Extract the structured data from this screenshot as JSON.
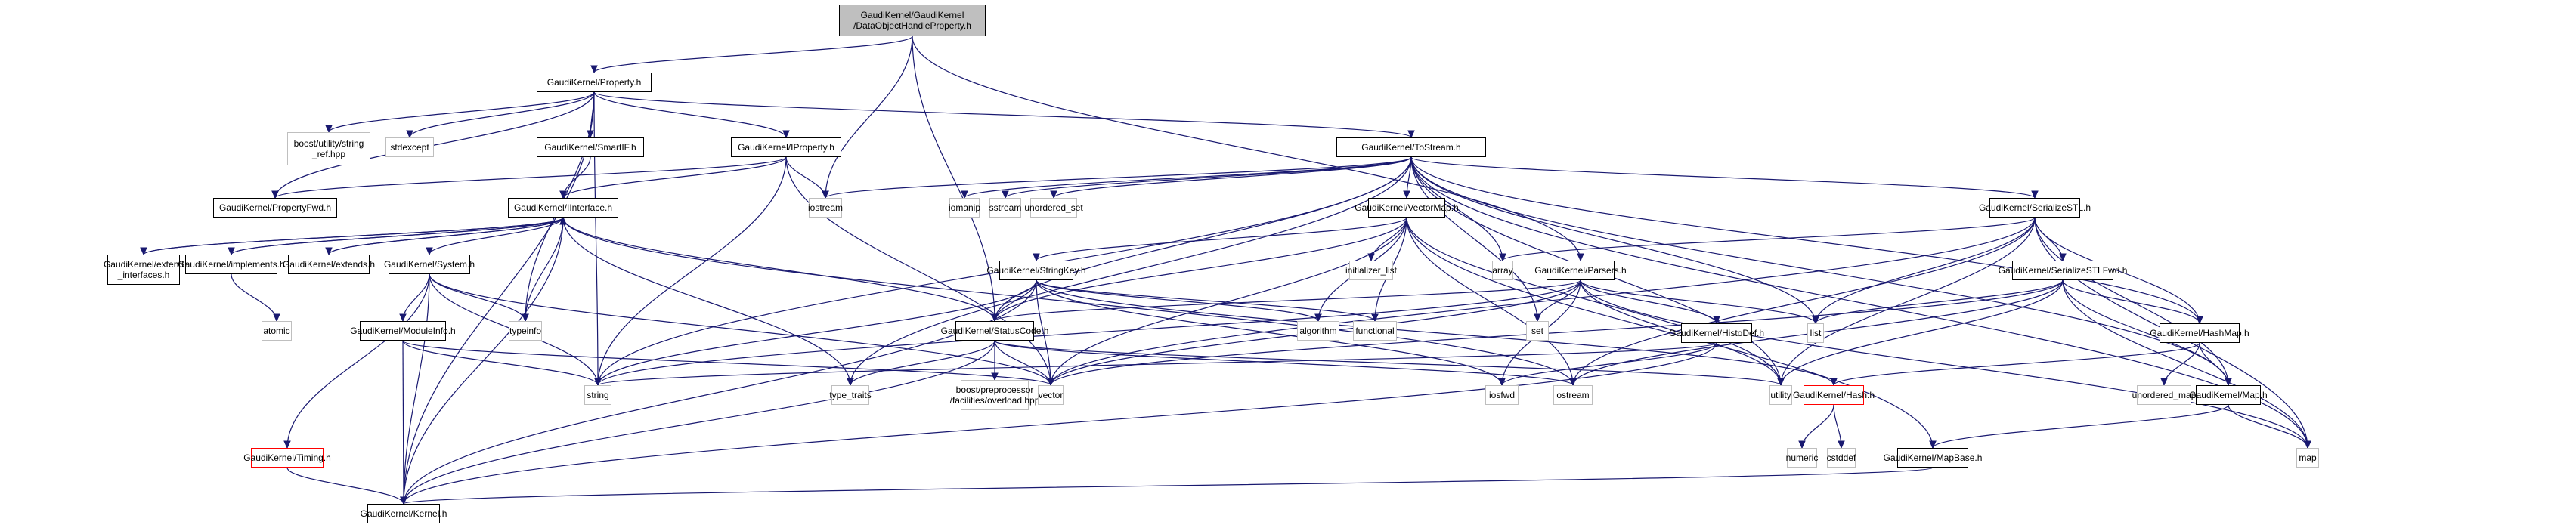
{
  "diagram": {
    "title": "GaudiKernel/GaudiKernel/DataObjectHandleProperty.h",
    "colors": {
      "edge": "#191970",
      "root_fill": "#bfbfbf",
      "external_border": "#bfbfbf",
      "missing_border": "#ff0000",
      "internal_border": "#000000"
    },
    "nodes": [
      {
        "id": "root",
        "label": "GaudiKernel/GaudiKernel\n/DataObjectHandleProperty.h",
        "kind": "root"
      },
      {
        "id": "property",
        "label": "GaudiKernel/Property.h",
        "kind": "internal"
      },
      {
        "id": "boost_string_ref",
        "label": "boost/utility/string\n_ref.hpp",
        "kind": "external"
      },
      {
        "id": "stdexcept",
        "label": "stdexcept",
        "kind": "external"
      },
      {
        "id": "smartif",
        "label": "GaudiKernel/SmartIF.h",
        "kind": "internal"
      },
      {
        "id": "iproperty",
        "label": "GaudiKernel/IProperty.h",
        "kind": "internal"
      },
      {
        "id": "iostream",
        "label": "iostream",
        "kind": "external"
      },
      {
        "id": "tostream",
        "label": "GaudiKernel/ToStream.h",
        "kind": "internal"
      },
      {
        "id": "propertyfwd",
        "label": "GaudiKernel/PropertyFwd.h",
        "kind": "internal"
      },
      {
        "id": "iinterface",
        "label": "GaudiKernel/IInterface.h",
        "kind": "internal"
      },
      {
        "id": "iomanip",
        "label": "iomanip",
        "kind": "external"
      },
      {
        "id": "sstream",
        "label": "sstream",
        "kind": "external"
      },
      {
        "id": "unordered_set",
        "label": "unordered_set",
        "kind": "external"
      },
      {
        "id": "vectormap",
        "label": "GaudiKernel/VectorMap.h",
        "kind": "internal"
      },
      {
        "id": "serializestl",
        "label": "GaudiKernel/SerializeSTL.h",
        "kind": "internal"
      },
      {
        "id": "extend_interfaces",
        "label": "GaudiKernel/extend\n_interfaces.h",
        "kind": "internal"
      },
      {
        "id": "implements",
        "label": "GaudiKernel/implements.h",
        "kind": "internal"
      },
      {
        "id": "extends",
        "label": "GaudiKernel/extends.h",
        "kind": "internal"
      },
      {
        "id": "system",
        "label": "GaudiKernel/System.h",
        "kind": "internal"
      },
      {
        "id": "typeinfo",
        "label": "typeinfo",
        "kind": "external"
      },
      {
        "id": "stringkey",
        "label": "GaudiKernel/StringKey.h",
        "kind": "internal"
      },
      {
        "id": "initializer_list",
        "label": "initializer_list",
        "kind": "external"
      },
      {
        "id": "array",
        "label": "array",
        "kind": "external"
      },
      {
        "id": "parsers",
        "label": "GaudiKernel/Parsers.h",
        "kind": "internal"
      },
      {
        "id": "serializestlfwd",
        "label": "GaudiKernel/SerializeSTLFwd.h",
        "kind": "internal"
      },
      {
        "id": "atomic",
        "label": "atomic",
        "kind": "external"
      },
      {
        "id": "moduleinfo",
        "label": "GaudiKernel/ModuleInfo.h",
        "kind": "internal"
      },
      {
        "id": "statuscode",
        "label": "GaudiKernel/StatusCode.h",
        "kind": "internal"
      },
      {
        "id": "algorithm",
        "label": "algorithm",
        "kind": "external"
      },
      {
        "id": "functional",
        "label": "functional",
        "kind": "external"
      },
      {
        "id": "set",
        "label": "set",
        "kind": "external"
      },
      {
        "id": "list",
        "label": "list",
        "kind": "external"
      },
      {
        "id": "histodef",
        "label": "GaudiKernel/HistoDef.h",
        "kind": "internal"
      },
      {
        "id": "hashmap",
        "label": "GaudiKernel/HashMap.h",
        "kind": "internal"
      },
      {
        "id": "string",
        "label": "string",
        "kind": "external"
      },
      {
        "id": "type_traits",
        "label": "type_traits",
        "kind": "external"
      },
      {
        "id": "boost_overload",
        "label": "boost/preprocessor\n/facilities/overload.hpp",
        "kind": "external"
      },
      {
        "id": "vector",
        "label": "vector",
        "kind": "external"
      },
      {
        "id": "iosfwd",
        "label": "iosfwd",
        "kind": "external"
      },
      {
        "id": "ostream",
        "label": "ostream",
        "kind": "external"
      },
      {
        "id": "utility",
        "label": "utility",
        "kind": "external"
      },
      {
        "id": "hash",
        "label": "GaudiKernel/Hash.h",
        "kind": "missing"
      },
      {
        "id": "unordered_map",
        "label": "unordered_map",
        "kind": "external"
      },
      {
        "id": "map_h",
        "label": "GaudiKernel/Map.h",
        "kind": "internal"
      },
      {
        "id": "numeric",
        "label": "numeric",
        "kind": "external"
      },
      {
        "id": "cstddef",
        "label": "cstddef",
        "kind": "external"
      },
      {
        "id": "timing",
        "label": "GaudiKernel/Timing.h",
        "kind": "missing"
      },
      {
        "id": "mapbase",
        "label": "GaudiKernel/MapBase.h",
        "kind": "internal"
      },
      {
        "id": "map",
        "label": "map",
        "kind": "external"
      },
      {
        "id": "kernel",
        "label": "GaudiKernel/Kernel.h",
        "kind": "internal"
      }
    ],
    "edges": [
      [
        "root",
        "property"
      ],
      [
        "root",
        "iostream"
      ],
      [
        "root",
        "statuscode"
      ],
      [
        "root",
        "parsers"
      ],
      [
        "property",
        "boost_string_ref"
      ],
      [
        "property",
        "stdexcept"
      ],
      [
        "property",
        "smartif"
      ],
      [
        "property",
        "iproperty"
      ],
      [
        "property",
        "tostream"
      ],
      [
        "property",
        "propertyfwd"
      ],
      [
        "property",
        "kernel"
      ],
      [
        "property",
        "string"
      ],
      [
        "property",
        "typeinfo"
      ],
      [
        "smartif",
        "iinterface"
      ],
      [
        "iproperty",
        "propertyfwd"
      ],
      [
        "iproperty",
        "iinterface"
      ],
      [
        "iproperty",
        "iostream"
      ],
      [
        "iproperty",
        "string"
      ],
      [
        "iproperty",
        "vector"
      ],
      [
        "tostream",
        "iostream"
      ],
      [
        "tostream",
        "iomanip"
      ],
      [
        "tostream",
        "sstream"
      ],
      [
        "tostream",
        "unordered_set"
      ],
      [
        "tostream",
        "vectormap"
      ],
      [
        "tostream",
        "serializestl"
      ],
      [
        "tostream",
        "array"
      ],
      [
        "tostream",
        "list"
      ],
      [
        "tostream",
        "map"
      ],
      [
        "tostream",
        "set"
      ],
      [
        "tostream",
        "string"
      ],
      [
        "tostream",
        "type_traits"
      ],
      [
        "tostream",
        "utility"
      ],
      [
        "tostream",
        "statuscode"
      ],
      [
        "tostream",
        "hashmap"
      ],
      [
        "tostream",
        "map_h"
      ],
      [
        "iinterface",
        "extend_interfaces"
      ],
      [
        "iinterface",
        "implements"
      ],
      [
        "iinterface",
        "extends"
      ],
      [
        "iinterface",
        "system"
      ],
      [
        "iinterface",
        "typeinfo"
      ],
      [
        "iinterface",
        "statuscode"
      ],
      [
        "iinterface",
        "kernel"
      ],
      [
        "iinterface",
        "ostream"
      ],
      [
        "iinterface",
        "type_traits"
      ],
      [
        "extend_interfaces",
        "iinterface"
      ],
      [
        "implements",
        "iinterface"
      ],
      [
        "extends",
        "iinterface"
      ],
      [
        "implements",
        "atomic"
      ],
      [
        "system",
        "moduleinfo"
      ],
      [
        "system",
        "timing"
      ],
      [
        "system",
        "kernel"
      ],
      [
        "system",
        "string"
      ],
      [
        "system",
        "typeinfo"
      ],
      [
        "system",
        "vector"
      ],
      [
        "moduleinfo",
        "kernel"
      ],
      [
        "moduleinfo",
        "string"
      ],
      [
        "moduleinfo",
        "vector"
      ],
      [
        "timing",
        "kernel"
      ],
      [
        "vectormap",
        "initializer_list"
      ],
      [
        "vectormap",
        "stringkey"
      ],
      [
        "vectormap",
        "algorithm"
      ],
      [
        "vectormap",
        "functional"
      ],
      [
        "vectormap",
        "vector"
      ],
      [
        "vectormap",
        "utility"
      ],
      [
        "vectormap",
        "ostream"
      ],
      [
        "vectormap",
        "mapbase"
      ],
      [
        "vectormap",
        "statuscode"
      ],
      [
        "stringkey",
        "string"
      ],
      [
        "stringkey",
        "statuscode"
      ],
      [
        "stringkey",
        "algorithm"
      ],
      [
        "stringkey",
        "functional"
      ],
      [
        "stringkey",
        "vector"
      ],
      [
        "stringkey",
        "iosfwd"
      ],
      [
        "stringkey",
        "kernel"
      ],
      [
        "stringkey",
        "hash"
      ],
      [
        "statuscode",
        "boost_overload"
      ],
      [
        "statuscode",
        "vector"
      ],
      [
        "statuscode",
        "type_traits"
      ],
      [
        "statuscode",
        "kernel"
      ],
      [
        "statuscode",
        "ostream"
      ],
      [
        "statuscode",
        "utility"
      ],
      [
        "parsers",
        "set"
      ],
      [
        "parsers",
        "list"
      ],
      [
        "parsers",
        "histodef"
      ],
      [
        "parsers",
        "statuscode"
      ],
      [
        "parsers",
        "string"
      ],
      [
        "parsers",
        "vector"
      ],
      [
        "parsers",
        "map"
      ],
      [
        "parsers",
        "iosfwd"
      ],
      [
        "parsers",
        "utility"
      ],
      [
        "histodef",
        "string"
      ],
      [
        "histodef",
        "iosfwd"
      ],
      [
        "histodef",
        "kernel"
      ],
      [
        "serializestl",
        "serializestlfwd"
      ],
      [
        "serializestl",
        "array"
      ],
      [
        "serializestl",
        "list"
      ],
      [
        "serializestl",
        "hashmap"
      ],
      [
        "serializestl",
        "map_h"
      ],
      [
        "serializestl",
        "map"
      ],
      [
        "serializestl",
        "ostream"
      ],
      [
        "serializestl",
        "vector"
      ],
      [
        "serializestl",
        "utility"
      ],
      [
        "serializestlfwd",
        "hashmap"
      ],
      [
        "serializestlfwd",
        "map_h"
      ],
      [
        "serializestlfwd",
        "list"
      ],
      [
        "serializestlfwd",
        "map"
      ],
      [
        "serializestlfwd",
        "vector"
      ],
      [
        "serializestlfwd",
        "utility"
      ],
      [
        "serializestlfwd",
        "ostream"
      ],
      [
        "hashmap",
        "hash"
      ],
      [
        "hashmap",
        "unordered_map"
      ],
      [
        "hashmap",
        "map_h"
      ],
      [
        "hash",
        "numeric"
      ],
      [
        "hash",
        "cstddef"
      ],
      [
        "map_h",
        "mapbase"
      ],
      [
        "map_h",
        "map"
      ],
      [
        "mapbase",
        "kernel"
      ]
    ]
  }
}
